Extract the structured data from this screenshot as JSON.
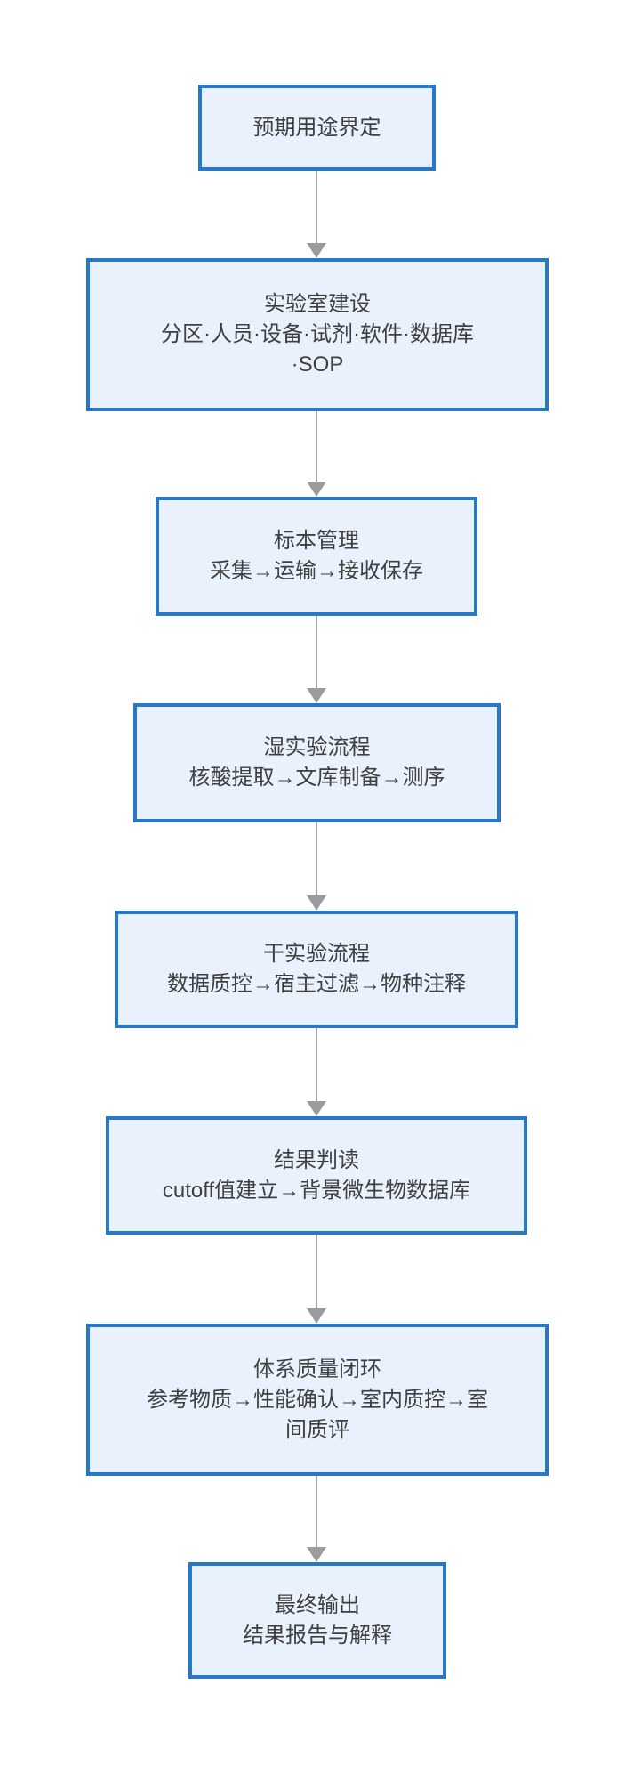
{
  "diagram": {
    "type": "flowchart",
    "direction": "top-down",
    "colors": {
      "node_border": "#2878c8",
      "node_fill": "#e8f1fc",
      "arrow_line": "#a6a6a6",
      "arrow_head": "#9c9c9c",
      "text": "#3f3f3f",
      "background": "#ffffff"
    },
    "nodes": [
      {
        "title": "预期用途界定",
        "subtitle": ""
      },
      {
        "title": "实验室建设",
        "subtitle": [
          "分区·人员·设备·试剂·软件·数据库",
          "·SOP"
        ]
      },
      {
        "title": "标本管理",
        "subtitle": "采集→运输→接收保存"
      },
      {
        "title": "湿实验流程",
        "subtitle": "核酸提取→文库制备→测序"
      },
      {
        "title": "干实验流程",
        "subtitle": "数据质控→宿主过滤→物种注释"
      },
      {
        "title": "结果判读",
        "subtitle": "cutoff值建立→背景微生物数据库"
      },
      {
        "title": "体系质量闭环",
        "subtitle": [
          "参考物质→性能确认→室内质控→室",
          "间质评"
        ]
      },
      {
        "title": "最终输出",
        "subtitle": "结果报告与解释"
      }
    ],
    "edges": [
      {
        "from": 0,
        "to": 1
      },
      {
        "from": 1,
        "to": 2
      },
      {
        "from": 2,
        "to": 3
      },
      {
        "from": 3,
        "to": 4
      },
      {
        "from": 4,
        "to": 5
      },
      {
        "from": 5,
        "to": 6
      },
      {
        "from": 6,
        "to": 7
      }
    ]
  }
}
